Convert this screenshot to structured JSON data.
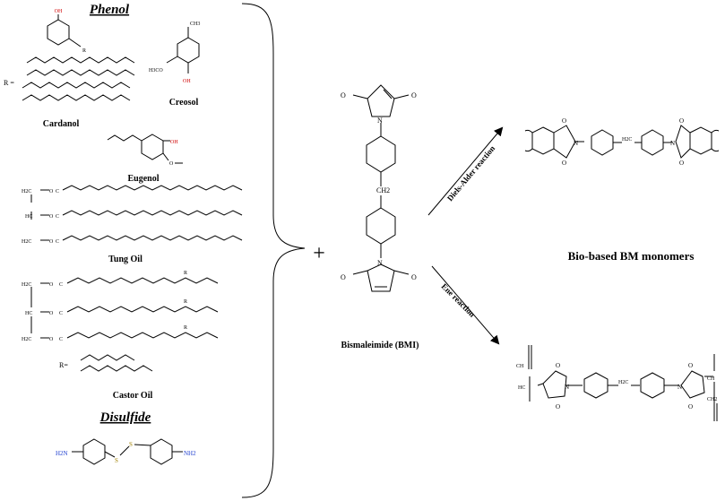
{
  "headings": {
    "phenol": "Phenol",
    "disulfide": "Disulfide"
  },
  "left": {
    "r_label": "R =",
    "r_label2": "R=",
    "oh": "OH",
    "r": "R",
    "ch3": "CH3",
    "h3co": "H3CO",
    "o_dash": "O",
    "h2c": "H2C",
    "hc": "HC",
    "o": "O",
    "c": "C",
    "nh2_left": "H2N",
    "nh2_right": "NH2",
    "s": "S",
    "cardanol": "Cardanol",
    "creosol": "Creosol",
    "eugenol": "Eugenol",
    "tung_oil": "Tung Oil",
    "castor_oil": "Castor Oil"
  },
  "center": {
    "plus": "+",
    "o": "O",
    "n": "N",
    "ch2": "CH2",
    "bmi": "Bismaleimide (BMI)"
  },
  "reactions": {
    "diels_alder": "Diels-Alder reaction",
    "ene": "Ene reaction"
  },
  "right": {
    "o": "O",
    "n": "N",
    "h2c": "H2C",
    "ch": "CH",
    "hc": "HC",
    "ch2": "CH2",
    "monomers": "Bio-based BM monomers"
  }
}
